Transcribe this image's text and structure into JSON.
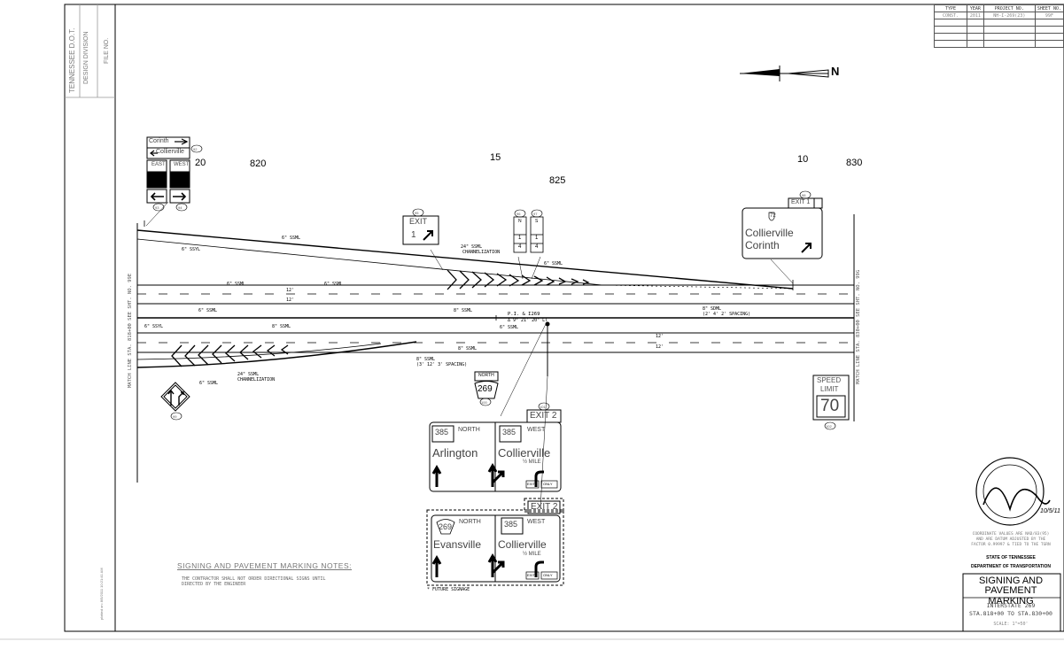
{
  "left_strip": {
    "agency": "TENNESSEE D.O.T.",
    "division": "DESIGN DIVISION",
    "file_no": "FILE NO.",
    "plot_info": "plotted on: 8/5/2011 10:21:41 AM"
  },
  "project_table": {
    "headers": [
      "TYPE",
      "YEAR",
      "PROJECT NO.",
      "SHEET NO."
    ],
    "row": [
      "CONST.",
      "2011",
      "NH-I-269(23)",
      "99F"
    ]
  },
  "north_arrow": {
    "label": "N"
  },
  "stations": [
    "20",
    "820",
    "15",
    "825",
    "10",
    "830"
  ],
  "match_lines": {
    "left": "MATCH LINE STA. 818+00 SEE SHT. NO. 99E",
    "right": "MATCH LINE STA. 830+00 SEE SHT. NO. 99G"
  },
  "markings": {
    "ssml_6": "6\" SSML",
    "ssyl_6": "6\" SSYL",
    "ssml_8": "8\" SSML",
    "ssml_24": "24\" SSML",
    "channelization": "CHANNELIZATION",
    "sdml": "8\" SDML",
    "spacing_note": "(3' 12' 3' SPACING)",
    "dml_spacing": "(2' 4' 2' SPACING)",
    "lane_12": "12'",
    "pi_label": "P.I. & I269",
    "curve": "∆ 9° 21' 20\" LT",
    "ssml_8b": "8\" SSML"
  },
  "signs": {
    "corinth": "Corinth",
    "collierville": "Collierville",
    "east": "EAST",
    "west": "WEST",
    "num_72": "72",
    "exit": "EXIT",
    "exit_1": "1",
    "exit_num_1": "EXIT 1",
    "exit_2": "EXIT 2",
    "speed": "SPEED",
    "limit": "LIMIT",
    "speed_value": "70",
    "north": "NORTH",
    "num_269": "269",
    "num_385": "385",
    "arlington": "Arlington",
    "evansville": "Evansville",
    "half_mile": "½ MILE",
    "only": "ONLY",
    "n_label": "N",
    "s_label": "S",
    "num_1": "1",
    "num_4": "4",
    "future": "* FUTURE SIGNAGE",
    "callouts": [
      "92",
      "93",
      "94",
      "95",
      "96",
      "97",
      "98",
      "99",
      "100",
      "101",
      "102"
    ]
  },
  "notes": {
    "heading": "SIGNING AND PAVEMENT MARKING NOTES:",
    "body_1": "THE CONTRACTOR SHALL NOT ORDER DIRECTIONAL SIGNS UNTIL",
    "body_2": "DIRECTED BY THE ENGINEER"
  },
  "title_block": {
    "coord_1": "COORDINATE VALUES ARE NAD/83(95)",
    "coord_2": "AND ARE DATUM ADJUSTED BY THE",
    "coord_3": "FACTOR 0.99997 & TIED TO THE TGRN",
    "state": "STATE OF TENNESSEE",
    "dept": "DEPARTMENT OF TRANSPORTATION",
    "title_1": "SIGNING AND",
    "title_2": "PAVEMENT MARKING",
    "route": "INTERSTATE 269",
    "sta_range": "STA.818+00 TO STA.830+00",
    "scale": "SCALE: 1\"=50'",
    "sig_date": "10/5/11"
  }
}
